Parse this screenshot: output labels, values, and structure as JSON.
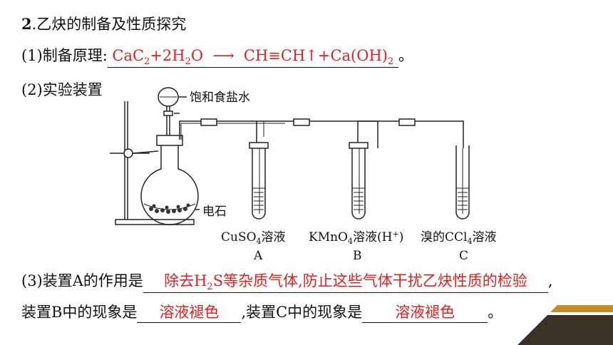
{
  "heading": {
    "num": "2",
    "text": ".乙炔的制备及性质探究"
  },
  "q1": {
    "label": "(1)制备原理:",
    "eq_a": "CaC",
    "eq_a_sub": "2",
    "eq_b": "+2H",
    "eq_b_sub": "2",
    "eq_c": "O",
    "arrow": "⟶",
    "eq_d": "CH≡CH↑+Ca(OH)",
    "eq_d_sub": "2",
    "end": "。"
  },
  "q2": {
    "label": "(2)实验装置"
  },
  "apparatus": {
    "funnel_label": "饱和食盐水",
    "stone_label": "电石",
    "tube_a_reagent": "CuSO",
    "tube_a_sub": "4",
    "tube_a_tail": "溶液",
    "tube_a_letter": "A",
    "tube_b_reagent": "KMnO",
    "tube_b_sub": "4",
    "tube_b_tail": "溶液(H",
    "tube_b_sup": "+",
    "tube_b_close": ")",
    "tube_b_letter": "B",
    "tube_c_reagent": "溴的CCl",
    "tube_c_sub": "4",
    "tube_c_tail": "溶液",
    "tube_c_letter": "C"
  },
  "q3": {
    "label": "(3)装置A的作用是",
    "ans_a1": "除去H",
    "ans_a_sub": "2",
    "ans_a2": "S等杂质气体,防止这些气体干扰乙炔性质的检验",
    "comma": ",",
    "label_b": "装置B中的现象是",
    "ans_b": "溶液褪色",
    "label_c": ",装置C中的现象是",
    "ans_c": "溶液褪色",
    "end": "。"
  },
  "colors": {
    "answer": "#e02020",
    "deco_gold": "#c58a2a",
    "deco_dark": "#3b3226"
  }
}
